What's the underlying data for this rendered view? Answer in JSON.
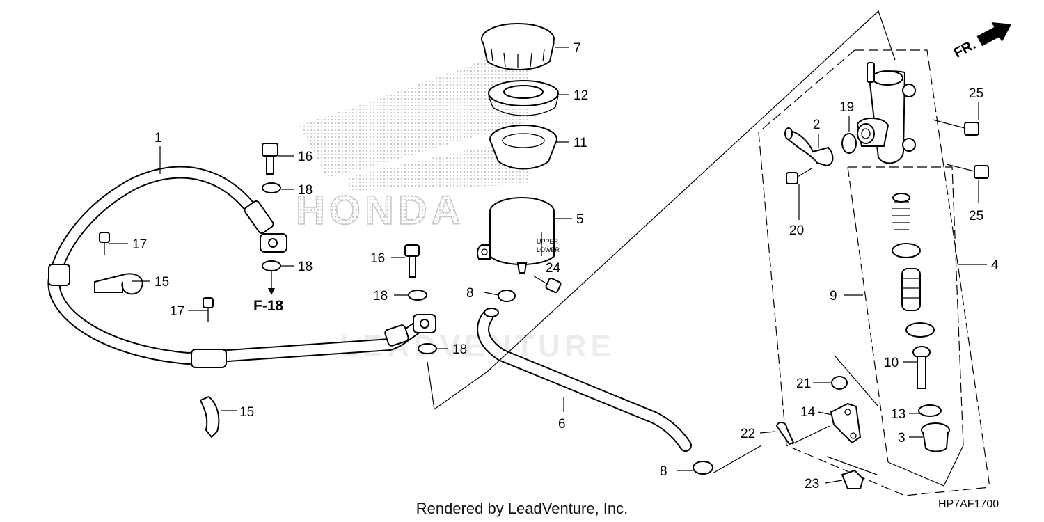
{
  "watermark": {
    "brand": "HONDA",
    "dealer": "LEADVENTURE"
  },
  "direction_marker": "FR.",
  "reference": "F-18",
  "diagram_code": "HP7AF1700",
  "footer": "Rendered by LeadVenture, Inc.",
  "callouts": {
    "c1": "1",
    "c2": "2",
    "c3": "3",
    "c4": "4",
    "c5": "5",
    "c6": "6",
    "c7": "7",
    "c8a": "8",
    "c8b": "8",
    "c9": "9",
    "c10": "10",
    "c11": "11",
    "c12": "12",
    "c13": "13",
    "c14": "14",
    "c15a": "15",
    "c15b": "15",
    "c16a": "16",
    "c16b": "16",
    "c17a": "17",
    "c17b": "17",
    "c18a": "18",
    "c18b": "18",
    "c18c": "18",
    "c18d": "18",
    "c19": "19",
    "c20": "20",
    "c21": "21",
    "c22": "22",
    "c23": "23",
    "c24": "24",
    "c25a": "25",
    "c25b": "25"
  },
  "reservoir_marks": {
    "upper": "UPPER",
    "lower": "LOWER"
  }
}
